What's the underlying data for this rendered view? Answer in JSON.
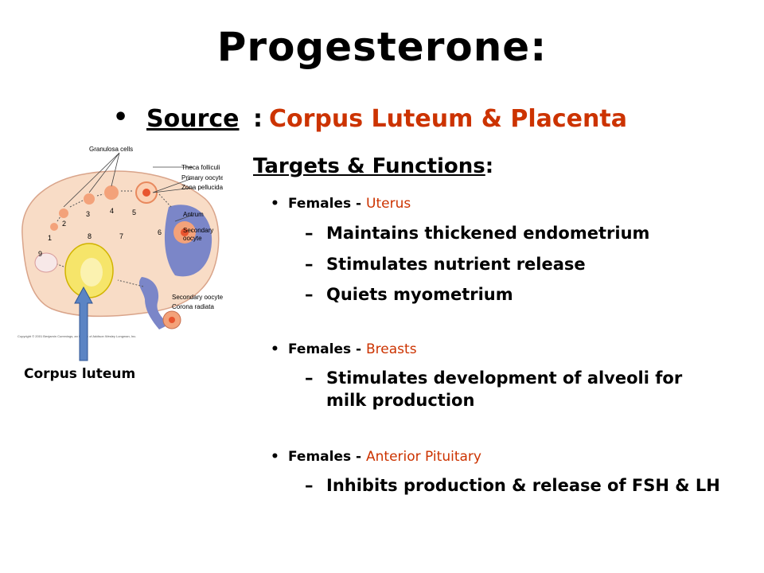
{
  "title": "Progesterone:",
  "source": {
    "bullet": "•",
    "label": "Source",
    "colon": ":",
    "value": "Corpus Luteum & Placenta"
  },
  "targets_heading": {
    "label": "Targets & Functions",
    "colon": ":"
  },
  "groups": [
    {
      "bullet": "•",
      "prefix": "Females - ",
      "organ": "Uterus",
      "items": [
        "Maintains thickened endometrium",
        "Stimulates nutrient release",
        "Quiets myometrium"
      ]
    },
    {
      "bullet": "•",
      "prefix": "Females - ",
      "organ": "Breasts",
      "items": [
        "Stimulates development of alveoli for milk production"
      ]
    },
    {
      "bullet": "•",
      "prefix": "Females - ",
      "organ": "Anterior Pituitary",
      "items": [
        "Inhibits production & release of FSH & LH"
      ]
    }
  ],
  "dash": "–",
  "diagram": {
    "labels": {
      "granulosa": "Granulosa cells",
      "theca": "Theca folliculi",
      "primary": "Primary oocyte",
      "zona": "Zona pellucida",
      "antrum": "Antrum",
      "secondary": "Secondary",
      "oocyte": "oocyte",
      "sec_oocyte": "Secondary oocyte",
      "corona": "Corona radiata",
      "copyright": "Copyright © 2001 Benjamin Cummings, an imprint of Addison Wesley Longman, Inc."
    },
    "numbers": [
      "1",
      "2",
      "3",
      "4",
      "5",
      "6",
      "7",
      "8",
      "9"
    ],
    "colors": {
      "ovary": "#f8dcc6",
      "follicle": "#f3a27a",
      "antrum": "#7b86c8",
      "luteum": "#f6e56a",
      "arrow": "#5b84c4"
    }
  },
  "corpus_luteum_label": "Corpus luteum",
  "accent_color": "#cc3300"
}
